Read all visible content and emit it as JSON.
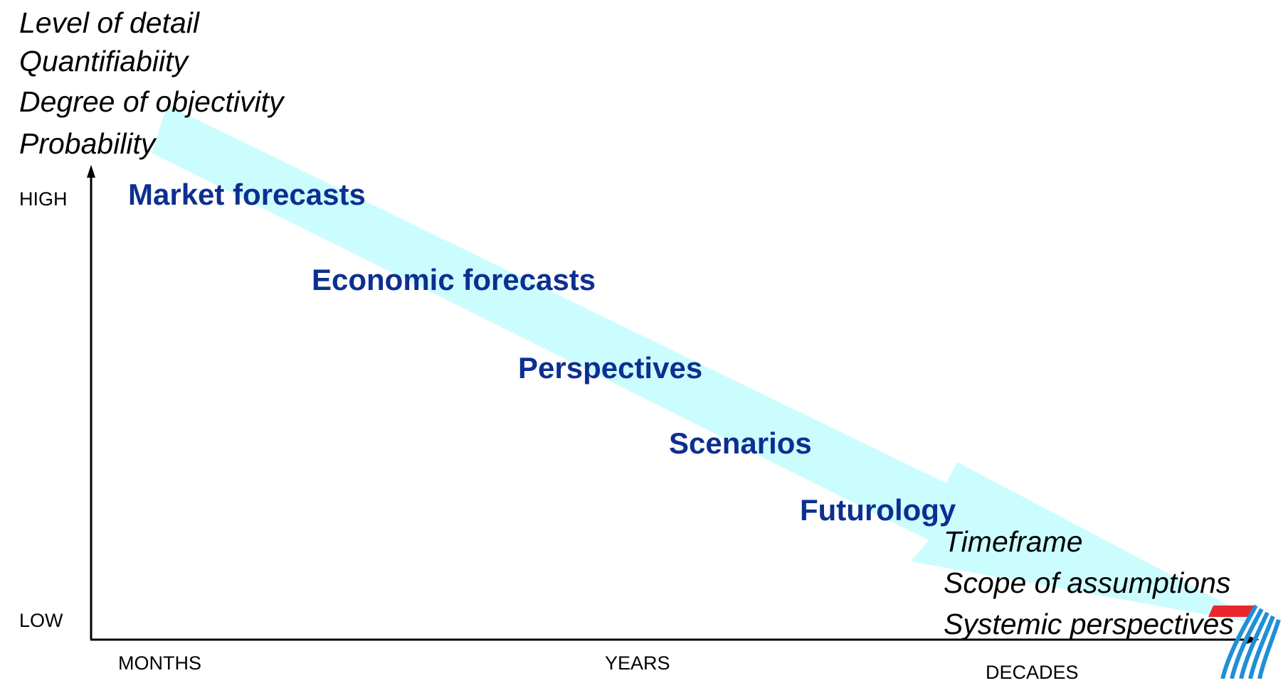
{
  "colors": {
    "band": "#ccfdfe",
    "method_text": "#0d2f91",
    "axis": "#000000",
    "logo_red": "#e8262b",
    "logo_blue": "#1f8fd6"
  },
  "y_axis": {
    "criteria": [
      "Level of detail",
      "Quantifiabiity",
      "Degree of objectivity",
      "Probability"
    ],
    "high_label": "HIGH",
    "low_label": "LOW"
  },
  "x_axis": {
    "criteria": [
      "Timeframe",
      "Scope of assumptions",
      "Systemic perspectives"
    ],
    "ticks": [
      "MONTHS",
      "YEARS",
      "DECADES"
    ]
  },
  "methods": [
    "Market forecasts",
    "Economic forecasts",
    "Perspectives",
    "Scenarios",
    "Futurology"
  ],
  "logo": {
    "icon": "fp7-logo-icon"
  }
}
